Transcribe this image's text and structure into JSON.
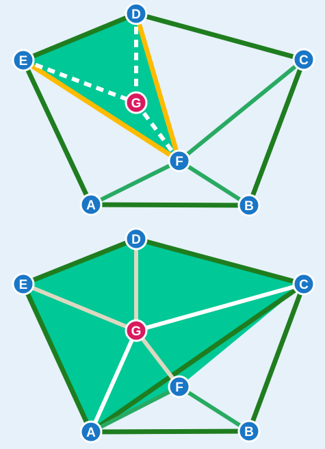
{
  "colors": {
    "background": "#e6f1fa",
    "outer_edge": "#1f7d1f",
    "inner_edge": "#29aa62",
    "highlight_edge": "#ffbb00",
    "dashed_edge": "#ffffff",
    "fill_region": "#00c896",
    "beige_edge": "#ddd8c0",
    "white_edge": "#ffffff",
    "node_blue": "#1a76c6",
    "node_pink": "#d81b5e",
    "node_border": "#ffffff"
  },
  "top_diagram": {
    "nodes": [
      {
        "id": "D",
        "label": "D",
        "color": "blue"
      },
      {
        "id": "C",
        "label": "C",
        "color": "blue"
      },
      {
        "id": "E",
        "label": "E",
        "color": "blue"
      },
      {
        "id": "G",
        "label": "G",
        "color": "pink"
      },
      {
        "id": "F",
        "label": "F",
        "color": "blue"
      },
      {
        "id": "A",
        "label": "A",
        "color": "blue"
      },
      {
        "id": "B",
        "label": "B",
        "color": "blue"
      }
    ]
  },
  "bottom_diagram": {
    "nodes": [
      {
        "id": "D",
        "label": "D",
        "color": "blue"
      },
      {
        "id": "C",
        "label": "C",
        "color": "blue"
      },
      {
        "id": "E",
        "label": "E",
        "color": "blue"
      },
      {
        "id": "G",
        "label": "G",
        "color": "pink"
      },
      {
        "id": "F",
        "label": "F",
        "color": "blue"
      },
      {
        "id": "A",
        "label": "A",
        "color": "blue"
      },
      {
        "id": "B",
        "label": "B",
        "color": "blue"
      }
    ]
  }
}
